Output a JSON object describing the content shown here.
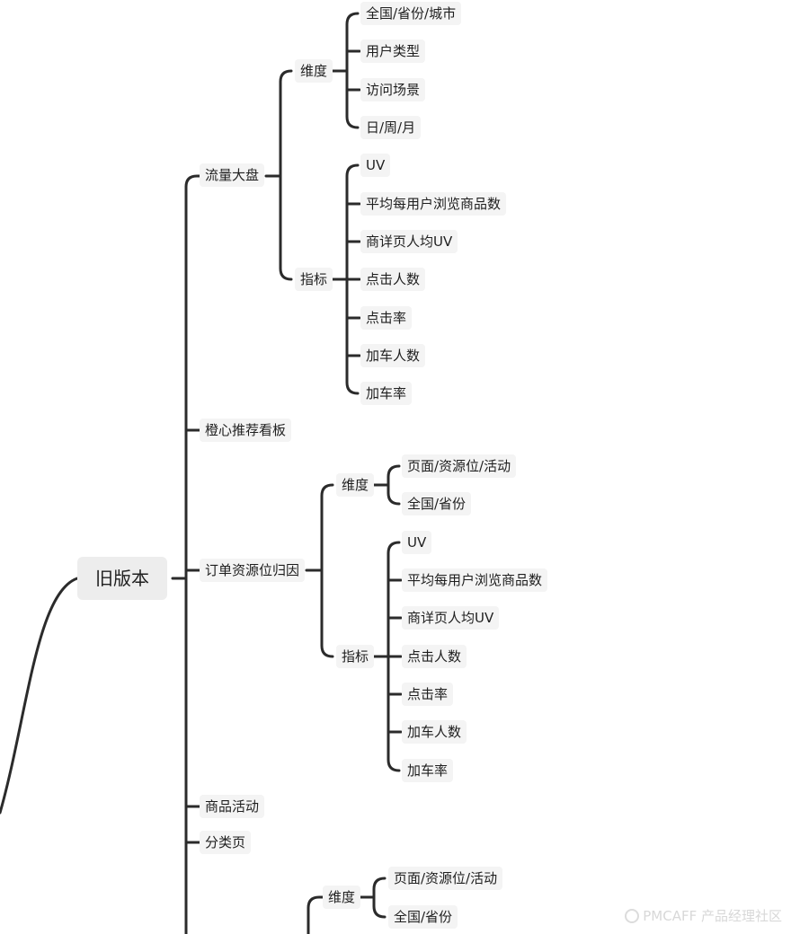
{
  "mindmap": {
    "root": "旧版本",
    "branches": [
      {
        "label": "流量大盘",
        "groups": [
          {
            "label": "维度",
            "items": [
              "全国/省份/城市",
              "用户类型",
              "访问场景",
              "日/周/月"
            ]
          },
          {
            "label": "指标",
            "items": [
              "UV",
              "平均每用户浏览商品数",
              "商详页人均UV",
              "点击人数",
              "点击率",
              "加车人数",
              "加车率"
            ]
          }
        ]
      },
      {
        "label": "橙心推荐看板",
        "groups": []
      },
      {
        "label": "订单资源位归因",
        "groups": [
          {
            "label": "维度",
            "items": [
              "页面/资源位/活动",
              "全国/省份"
            ]
          },
          {
            "label": "指标",
            "items": [
              "UV",
              "平均每用户浏览商品数",
              "商详页人均UV",
              "点击人数",
              "点击率",
              "加车人数",
              "加车率"
            ]
          }
        ]
      },
      {
        "label": "商品活动",
        "groups": []
      },
      {
        "label": "分类页",
        "groups": []
      },
      {
        "label": "",
        "groups": [
          {
            "label": "维度",
            "items": [
              "页面/资源位/活动",
              "全国/省份"
            ]
          }
        ]
      }
    ]
  },
  "watermark": "PMCAFF 产品经理社区",
  "style": {
    "line_color": "#2b2b2b",
    "node_bg": "#f4f4f4",
    "root_bg": "#ededed"
  }
}
